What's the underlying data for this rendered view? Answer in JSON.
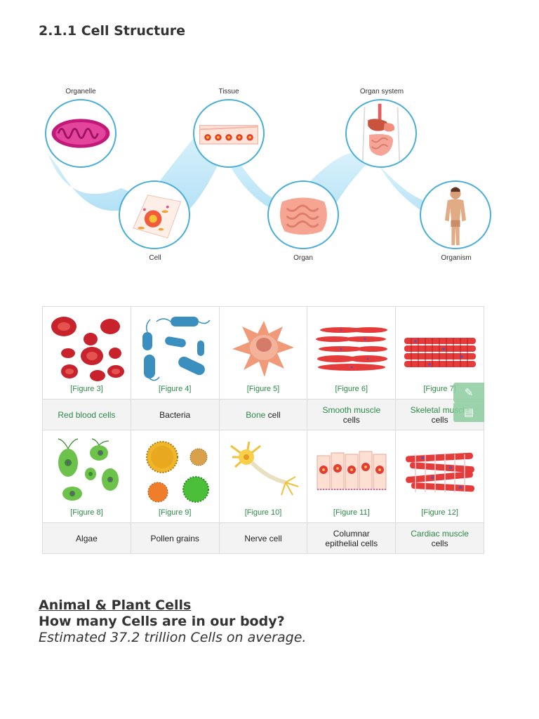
{
  "heading": "2.1.1 Cell Structure",
  "hierarchy": {
    "organelle": "Organelle",
    "tissue": "Tissue",
    "organ_system": "Organ system",
    "cell": "Cell",
    "organ": "Organ",
    "organism": "Organism"
  },
  "cells": [
    {
      "figure": "[Figure 3]",
      "name_parts": [
        "Red blood cells"
      ],
      "name_green": true
    },
    {
      "figure": "[Figure 4]",
      "name_parts": [
        "Bacteria"
      ],
      "name_green": false
    },
    {
      "figure": "[Figure 5]",
      "name_parts": [
        "Bone",
        " cell"
      ],
      "name_green": "partial"
    },
    {
      "figure": "[Figure 6]",
      "name_parts": [
        "Smooth muscle",
        "cells"
      ],
      "name_green": "first"
    },
    {
      "figure": "[Figure 7]",
      "name_parts": [
        "Skeletal muscle",
        "cells"
      ],
      "name_green": "first"
    },
    {
      "figure": "[Figure 8]",
      "name_parts": [
        "Algae"
      ],
      "name_green": false
    },
    {
      "figure": "[Figure 9]",
      "name_parts": [
        "Pollen grains"
      ],
      "name_green": false
    },
    {
      "figure": "[Figure 10]",
      "name_parts": [
        "Nerve cell"
      ],
      "name_green": false
    },
    {
      "figure": "[Figure 11]",
      "name_parts": [
        "Columnar",
        "epithelial cells"
      ],
      "name_green": false
    },
    {
      "figure": "[Figure 12]",
      "name_parts": [
        "Cardiac muscle",
        "cells"
      ],
      "name_green": "first"
    }
  ],
  "side_buttons": [
    "pencil-icon",
    "note-icon"
  ],
  "section": {
    "title": "Animal & Plant Cells",
    "question": "How many Cells are in our body?",
    "estimate": "Estimated 37.2 trillion Cells on average."
  },
  "colors": {
    "link_green": "#2b8a47",
    "bubble_border": "#4aaed8",
    "tool_green": "#8ccda0"
  }
}
